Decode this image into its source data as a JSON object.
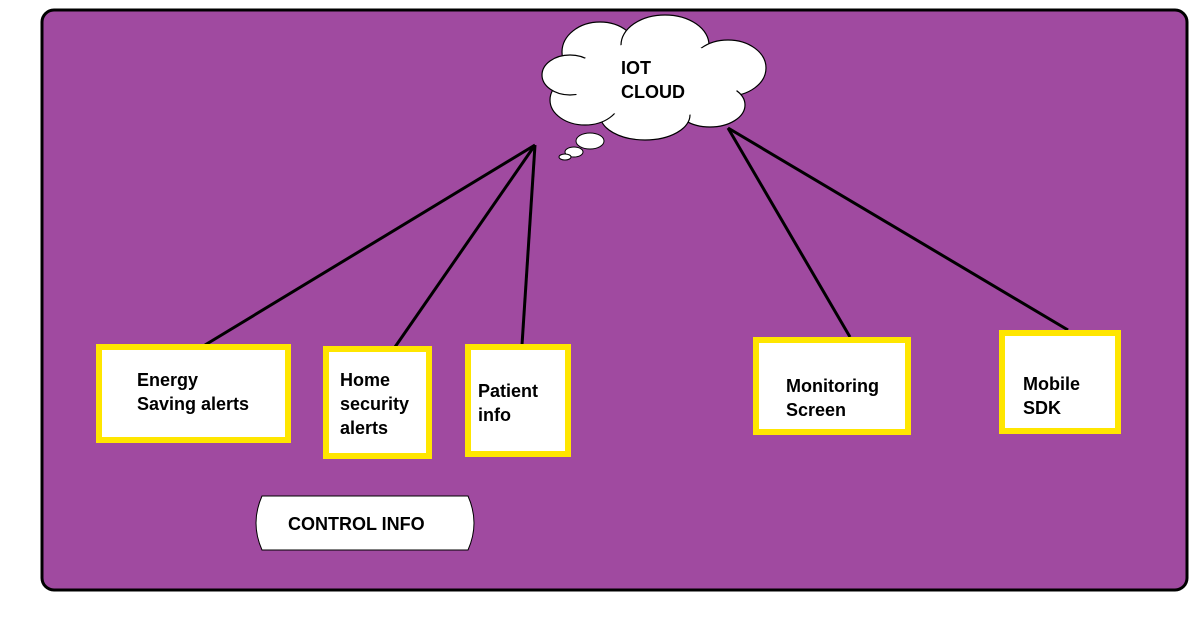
{
  "colors": {
    "panel": "#a04aa0",
    "box_border": "#ffe600",
    "line": "#000000",
    "cloud": "#ffffff"
  },
  "cloud": {
    "text": "IOT\nCLOUD"
  },
  "nodes": [
    {
      "id": "energy",
      "text": "Energy\nSaving alerts"
    },
    {
      "id": "home",
      "text": "Home\nsecurity\nalerts"
    },
    {
      "id": "patient",
      "text": "Patient\ninfo"
    },
    {
      "id": "monitoring",
      "text": "Monitoring\nScreen"
    },
    {
      "id": "mobile",
      "text": "Mobile\nSDK"
    }
  ],
  "control": {
    "text": "CONTROL INFO"
  }
}
